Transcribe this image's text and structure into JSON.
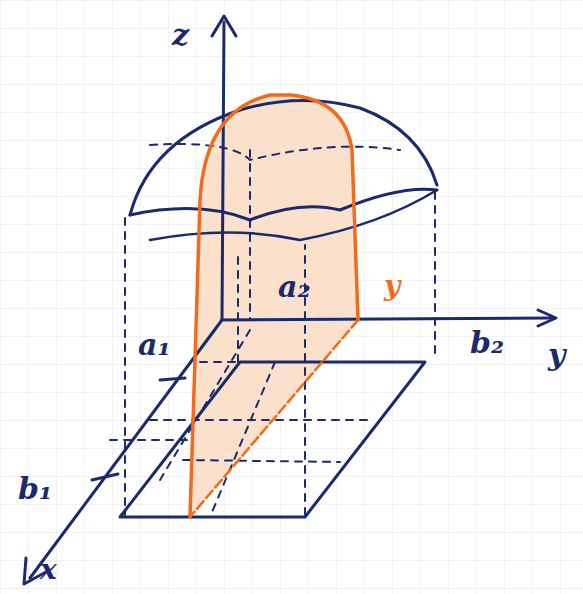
{
  "diagram": {
    "labels": [
      "z",
      "a₂",
      "y",
      "a₁",
      "b₂",
      "y",
      "b₁",
      "x"
    ]
  }
}
